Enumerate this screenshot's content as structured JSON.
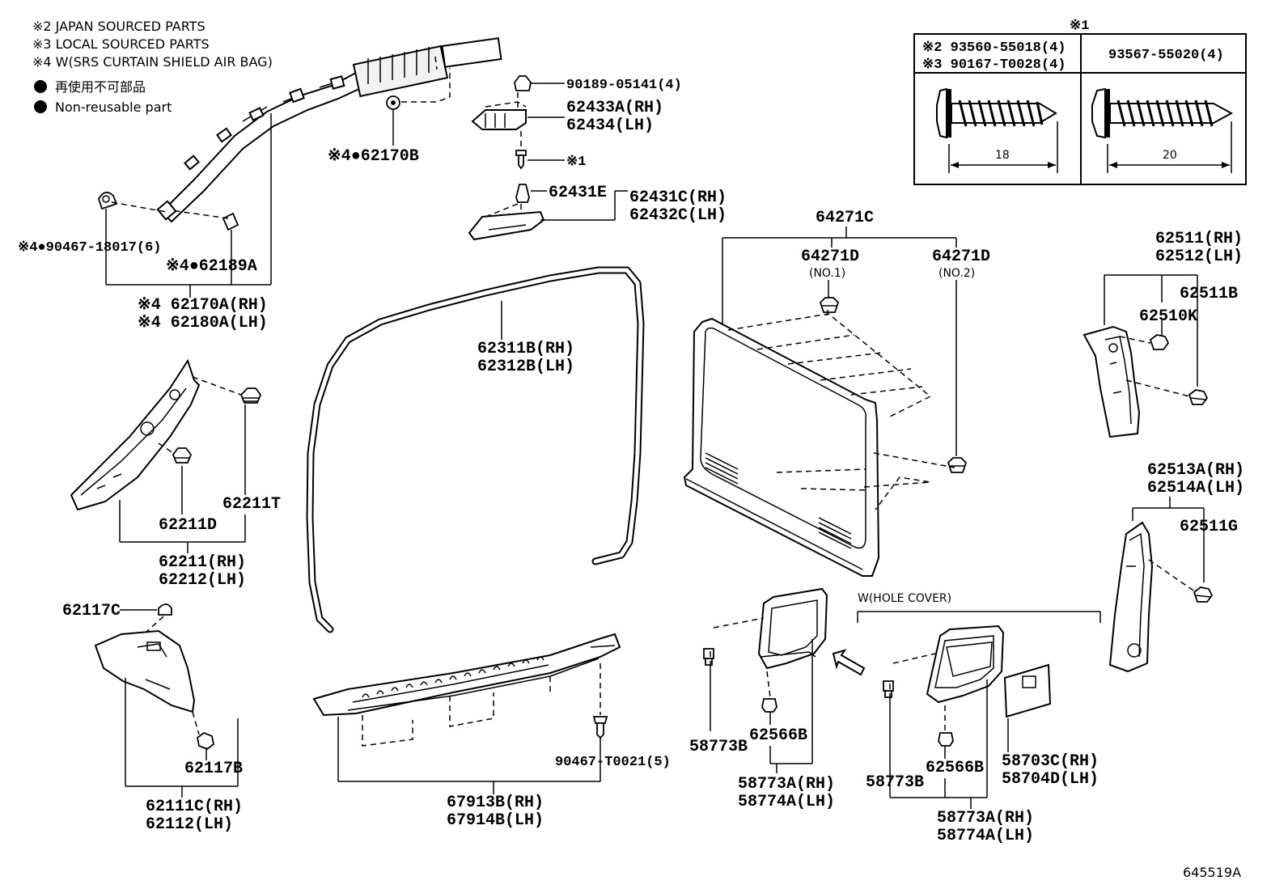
{
  "notes": {
    "japan_sourced": "※2 JAPAN SOURCED PARTS",
    "local_sourced": "※3 LOCAL SOURCED PARTS",
    "w_srs": "※4 W(SRS CURTAIN SHIELD AIR BAG)",
    "non_reusable_jp": "再使用不可部品",
    "non_reusable_en": "Non-reusable part"
  },
  "screw_table": {
    "title": "※1",
    "col1_line1": "※2 93560-55018(4)",
    "col1_line2": "※3 90167-T0028(4)",
    "col2_header": "93567-55020(4)",
    "col1_length": "18",
    "col2_length": "20"
  },
  "labels": {
    "p90467_18017": "※4●90467-18017(6)",
    "p62189A": "※4●62189A",
    "p62170A": "※4 62170A(RH)",
    "p62180A": "※4 62180A(LH)",
    "p62170B": "※4●62170B",
    "p90189": "90189-05141(4)",
    "p62433A": "62433A(RH)",
    "p62434": "62434(LH)",
    "p_note1": "※1",
    "p62431E": "62431E",
    "p62431C": "62431C(RH)",
    "p62432C": "62432C(LH)",
    "p64271C": "64271C",
    "p64271D_1": "64271D",
    "p64271D_1_sub": "(NO.1)",
    "p64271D_2": "64271D",
    "p64271D_2_sub": "(NO.2)",
    "p62511": "62511(RH)",
    "p62512": "62512(LH)",
    "p62511B": "62511B",
    "p62510K": "62510K",
    "p62311B": "62311B(RH)",
    "p62312B": "62312B(LH)",
    "p62211T": "62211T",
    "p62211D": "62211D",
    "p62211": "62211(RH)",
    "p62212": "62212(LH)",
    "p62117C": "62117C",
    "p62117B": "62117B",
    "p62111C": "62111C(RH)",
    "p62112": "62112(LH)",
    "p90467_T0021": "90467-T0021(5)",
    "p67913B": "67913B(RH)",
    "p67914B": "67914B(LH)",
    "p62513A": "62513A(RH)",
    "p62514A": "62514A(LH)",
    "p62511G": "62511G",
    "w_hole_cover": "W(HOLE COVER)",
    "p58773B_a": "58773B",
    "p62566B_a": "62566B",
    "p58773A_a": "58773A(RH)",
    "p58774A_a": "58774A(LH)",
    "p58773B_b": "58773B",
    "p62566B_b": "62566B",
    "p58703C": "58703C(RH)",
    "p58704D": "58704D(LH)",
    "p58773A_b": "58773A(RH)",
    "p58774A_b": "58774A(LH)",
    "diagram_id": "645519A"
  }
}
